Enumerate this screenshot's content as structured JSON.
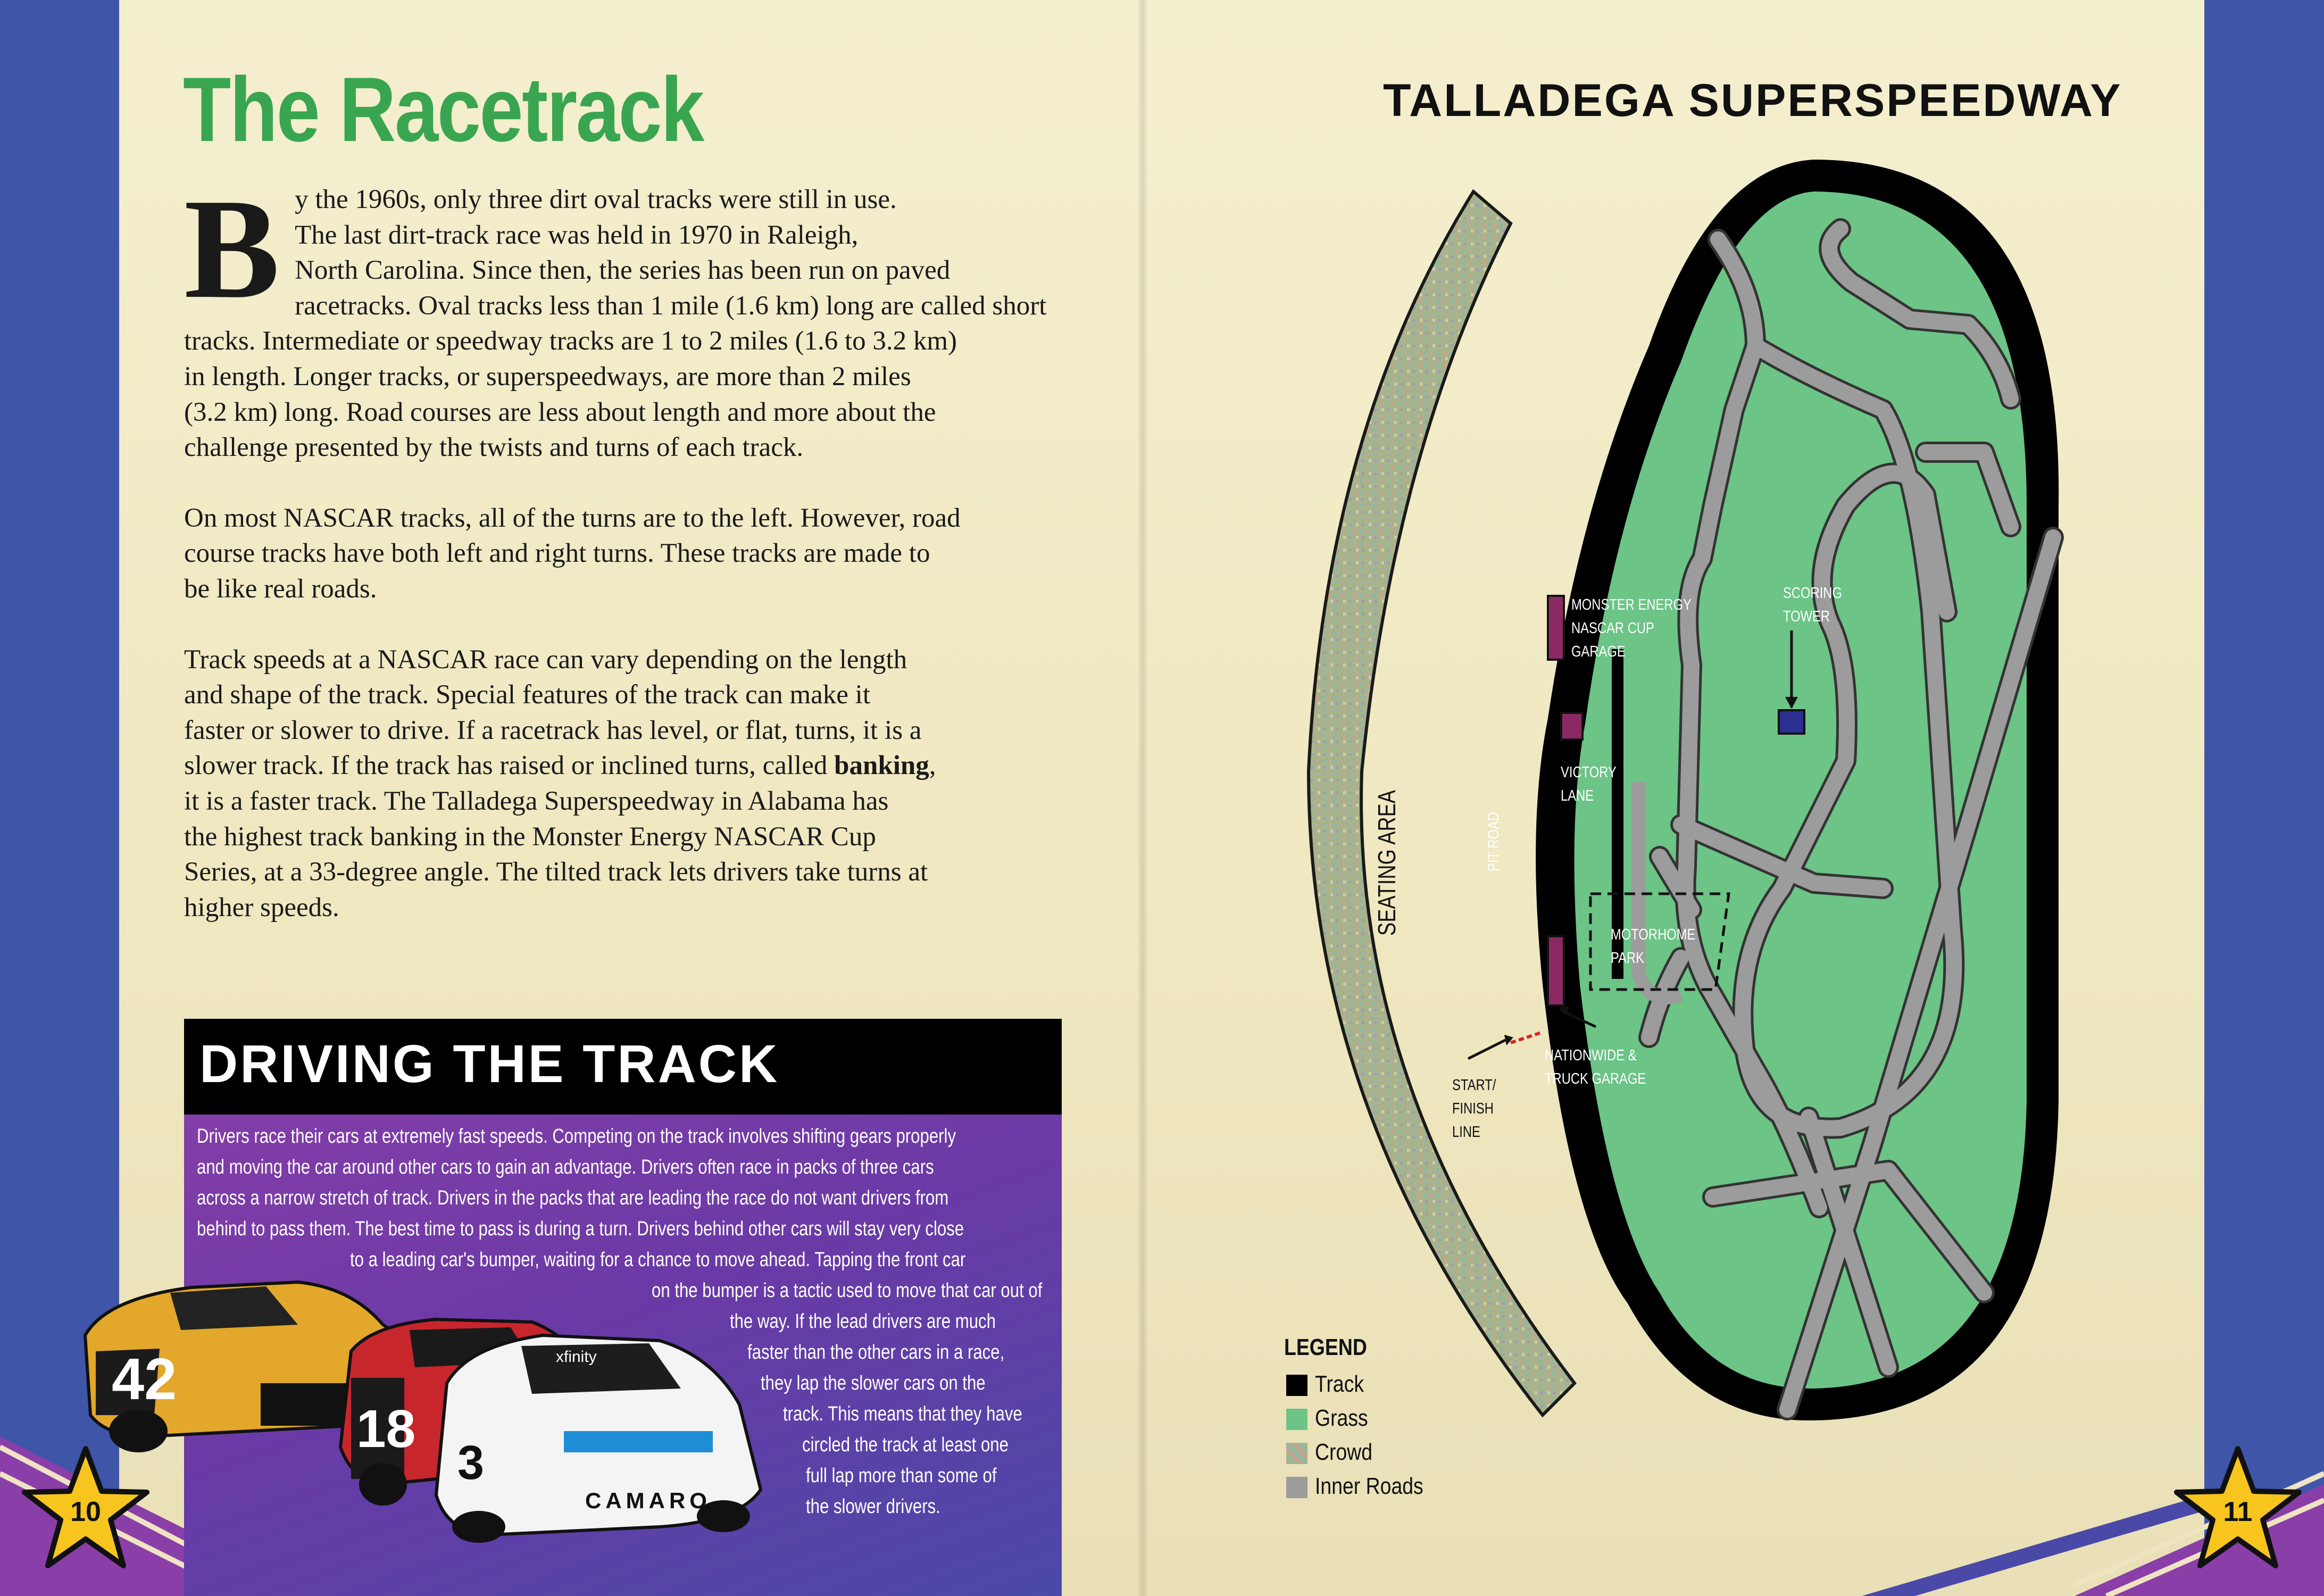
{
  "left_page": {
    "title": "The Racetrack",
    "drop_cap": "B",
    "paragraph1_lines": [
      "y the 1960s, only three dirt oval tracks were still in use.",
      "The last dirt-track race was held in 1970 in Raleigh,",
      "North Carolina. Since then, the series has been run on paved",
      "racetracks. Oval tracks less than 1 mile (1.6 km) long are called short",
      "tracks. Intermediate or speedway tracks are 1 to 2 miles (1.6 to 3.2 km)",
      "in length. Longer tracks, or superspeedways, are more than 2 miles",
      "(3.2 km) long. Road courses are less about length and more about the",
      "challenge presented by the twists and turns of each track."
    ],
    "paragraph2_lines": [
      "On most NASCAR tracks, all of the turns are to the left. However, road",
      "course tracks have both left and right turns. These tracks are made to",
      "be like real roads."
    ],
    "paragraph3_lines": [
      "Track speeds at a NASCAR race can vary depending on the length",
      "and shape of the track. Special features of the track can make it",
      "faster or slower to drive. If a racetrack has level, or flat, turns, it is a"
    ],
    "paragraph3_bold_line": {
      "before": "slower track. If the track has raised or inclined turns, called ",
      "bold": "banking",
      "after": ","
    },
    "paragraph3_lines_after": [
      "it is a faster track. The Talladega Superspeedway in Alabama has",
      "the highest track banking in the Monster Energy NASCAR Cup",
      "Series, at a 33-degree angle. The tilted track lets drivers take turns at",
      "higher speeds."
    ],
    "sidebar": {
      "title": "DRIVING THE TRACK",
      "lines": [
        "Drivers race their cars at extremely fast speeds. Competing on the track involves shifting gears properly",
        "and moving the car around other cars to gain an advantage. Drivers often race in packs of three cars",
        "across a narrow stretch of track. Drivers in the packs that are leading the race do not want drivers from",
        "behind to pass them. The best time to pass is during a turn. Drivers behind other cars will stay very close",
        "to a leading car's bumper, waiting for a chance to move ahead. Tapping the front car",
        "on the bumper is a tactic used to move that car out of",
        "the way. If the lead drivers are much",
        "faster than the other cars in a race,",
        "they lap the slower cars on the",
        "track. This means that they have",
        "circled the track at least one",
        "full lap more than some of",
        "the slower drivers."
      ]
    },
    "car_labels": {
      "car1_number": "42",
      "car2_number": "18",
      "car3_number": "3",
      "brand": "CAMARO",
      "sponsor": "xfinity"
    },
    "page_number": "10"
  },
  "right_page": {
    "title": "TALLADEGA SUPERSPEEDWAY",
    "labels": {
      "monster_garage": [
        "MONSTER ENERGY",
        "NASCAR CUP",
        "GARAGE"
      ],
      "scoring_tower": [
        "SCORING",
        "TOWER"
      ],
      "victory_lane": [
        "VICTORY",
        "LANE"
      ],
      "pit_road": "PIT ROAD",
      "seating_area": "SEATING AREA",
      "motorhome_park": [
        "MOTORHOME",
        "PARK"
      ],
      "nationwide_garage": [
        "NATIONWIDE &",
        "TRUCK GARAGE"
      ],
      "start_finish": [
        "START/",
        "FINISH",
        "LINE"
      ]
    },
    "legend": {
      "title": "LEGEND",
      "items": [
        {
          "label": "Track",
          "color": "#000000"
        },
        {
          "label": "Grass",
          "color": "#6cc486"
        },
        {
          "label": "Crowd",
          "color": "#a8b48a"
        },
        {
          "label": "Inner Roads",
          "color": "#9c9c9c"
        }
      ]
    },
    "page_number": "11"
  },
  "colors": {
    "title_green": "#3aa551",
    "grass": "#6cc486",
    "road": "#9c9c9c",
    "garage": "#8b2a62",
    "tower": "#2b2f8f",
    "frame_blue": "#3f56a8",
    "star": "#f7c51e"
  }
}
